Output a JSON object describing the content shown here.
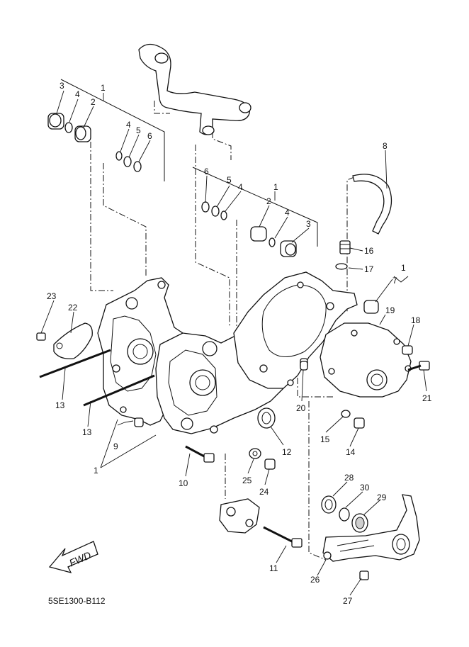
{
  "diagram": {
    "code": "5SE1300-B112",
    "fwd_label": "FWD",
    "callouts": {
      "c1a": "1",
      "c1b": "1",
      "c1c": "1",
      "c1d": "1",
      "c2a": "2",
      "c2b": "2",
      "c3a": "3",
      "c3b": "3",
      "c4a": "4",
      "c4b": "4",
      "c4c": "4",
      "c4d": "4",
      "c5a": "5",
      "c5b": "5",
      "c6a": "6",
      "c6b": "6",
      "c7": "7",
      "c8": "8",
      "c9": "9",
      "c10": "10",
      "c11": "11",
      "c12": "12",
      "c13a": "13",
      "c13b": "13",
      "c14": "14",
      "c15": "15",
      "c16": "16",
      "c17": "17",
      "c18": "18",
      "c19": "19",
      "c20": "20",
      "c21": "21",
      "c22": "22",
      "c23": "23",
      "c24": "24",
      "c25": "25",
      "c26": "26",
      "c27": "27",
      "c28": "28",
      "c29": "29",
      "c30": "30"
    },
    "colors": {
      "line": "#111111",
      "background": "#ffffff"
    }
  }
}
